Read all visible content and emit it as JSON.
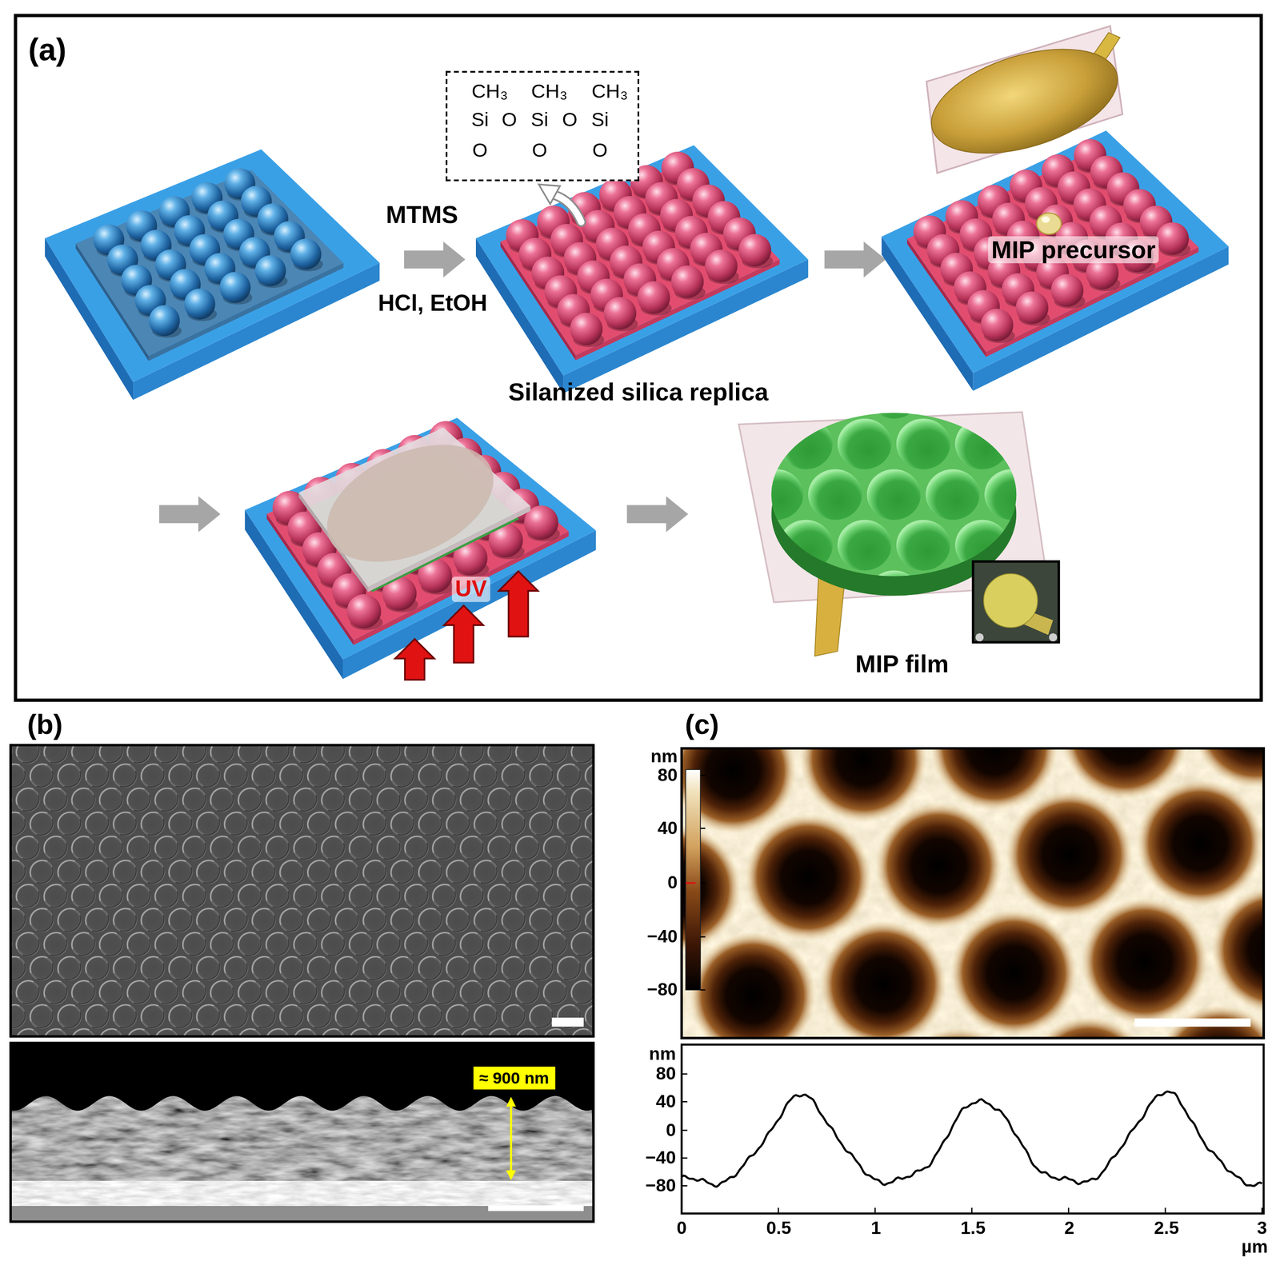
{
  "diagram": {
    "nodes": [
      {
        "text": [
          "(a)"
        ]
      },
      {
        "text": [
          "CH₃",
          "CH₃",
          "CH₃",
          "Si",
          "O",
          "Si",
          "O",
          "Si",
          "O",
          "O",
          "O"
        ],
        "in": 0
      },
      {
        "text": [
          "≈ 900 nm"
        ]
      }
    ],
    "labels": [
      "MTMS",
      "HCl, EtOH",
      "Silanized silica replica",
      "MIP precursor",
      "UV",
      "MIP film",
      "(b)",
      "(c)",
      "nm",
      "80",
      "40",
      "0",
      "−40",
      "−80",
      "nm",
      "80",
      "40",
      "0",
      "−40",
      "−80",
      "0",
      "0.5",
      "1",
      "1.5",
      "2",
      "2.5",
      "3",
      "µm"
    ]
  }
}
